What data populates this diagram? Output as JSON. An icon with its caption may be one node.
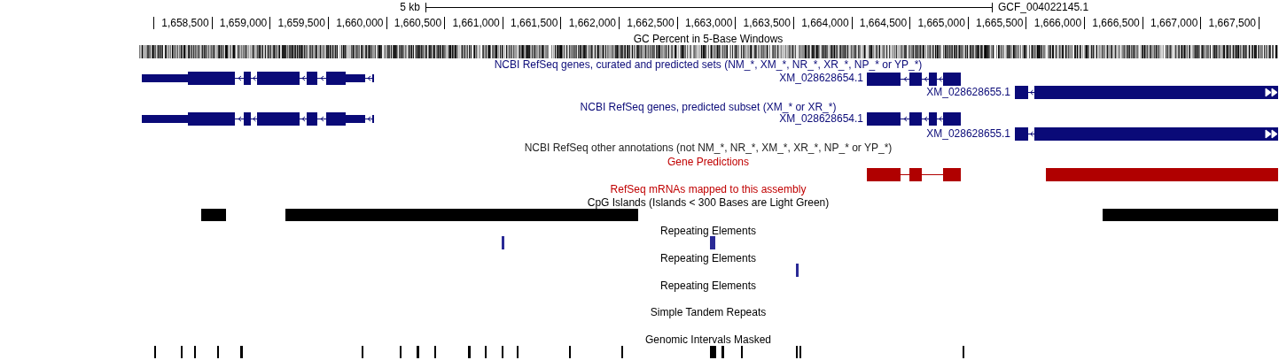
{
  "diagram": {
    "labels": [
      "5 kb",
      "GCF_004022145.1",
      "1,658,500",
      "1,659,000",
      "1,659,500",
      "1,660,000",
      "1,660,500",
      "1,661,000",
      "1,661,500",
      "1,662,000",
      "1,662,500",
      "1,663,000",
      "1,663,500",
      "1,664,000",
      "1,664,500",
      "1,665,000",
      "1,665,500",
      "1,666,000",
      "1,666,500",
      "1,667,000",
      "1,667,500",
      "GC Percent in 5-Base Windows",
      "NCBI RefSeq genes, curated and predicted sets (NM_*, XM_*, NR_*, XR_*, NP_* or YP_*)",
      "XM_028628654.1",
      "XM_028628655.1",
      "NCBI RefSeq genes, predicted subset (XM_* or XR_*)",
      "XM_028628654.1",
      "XM_028628655.1",
      "NCBI RefSeq other annotations (not NM_*, NR_*, XM_*, XR_*, NP_* or YP_*)",
      "Gene Predictions",
      "RefSeq mRNAs mapped to this assembly",
      "CpG Islands (Islands < 300 Bases are Light Green)",
      "Repeating Elements",
      "Repeating Elements",
      "Repeating Elements",
      "Simple Tandem Repeats",
      "Genomic Intervals Masked"
    ]
  }
}
